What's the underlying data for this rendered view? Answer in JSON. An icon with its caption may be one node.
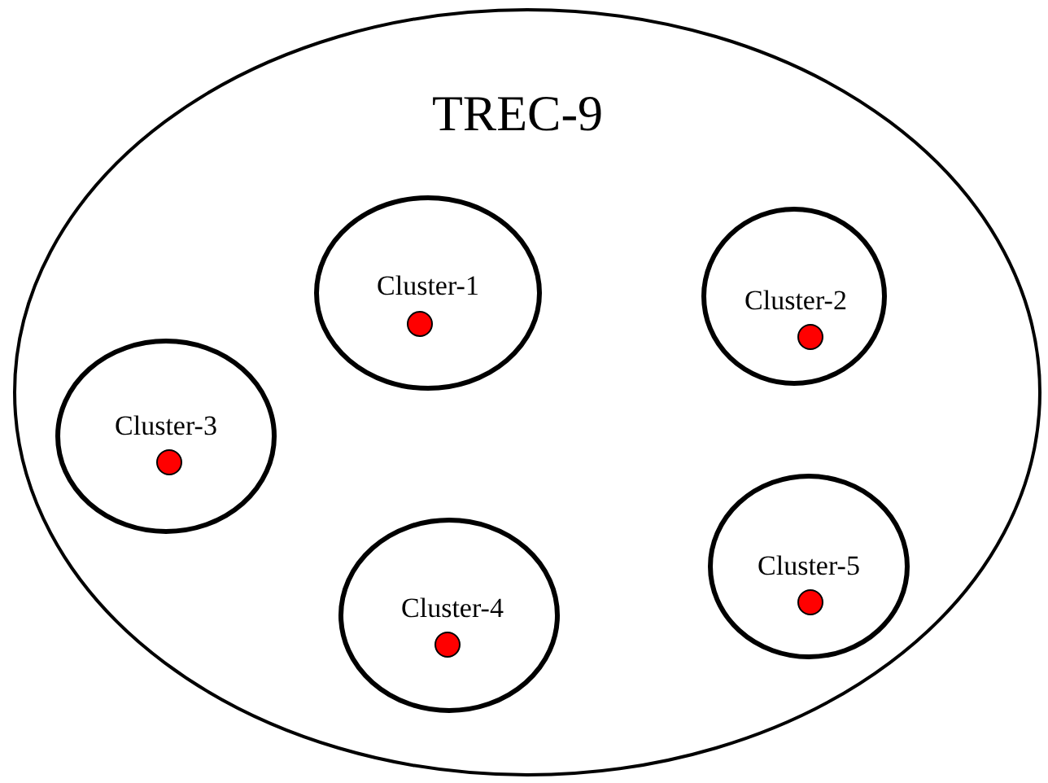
{
  "diagram": {
    "nodes": [
      {
        "text": [
          "TREC-9"
        ]
      },
      {
        "text": [
          "Cluster-1"
        ],
        "in": 0
      },
      {
        "text": [
          "Cluster-2"
        ],
        "in": 0
      },
      {
        "text": [
          "Cluster-3"
        ],
        "in": 0
      },
      {
        "text": [
          "Cluster-4"
        ],
        "in": 0
      },
      {
        "text": [
          "Cluster-5"
        ],
        "in": 0
      }
    ]
  }
}
